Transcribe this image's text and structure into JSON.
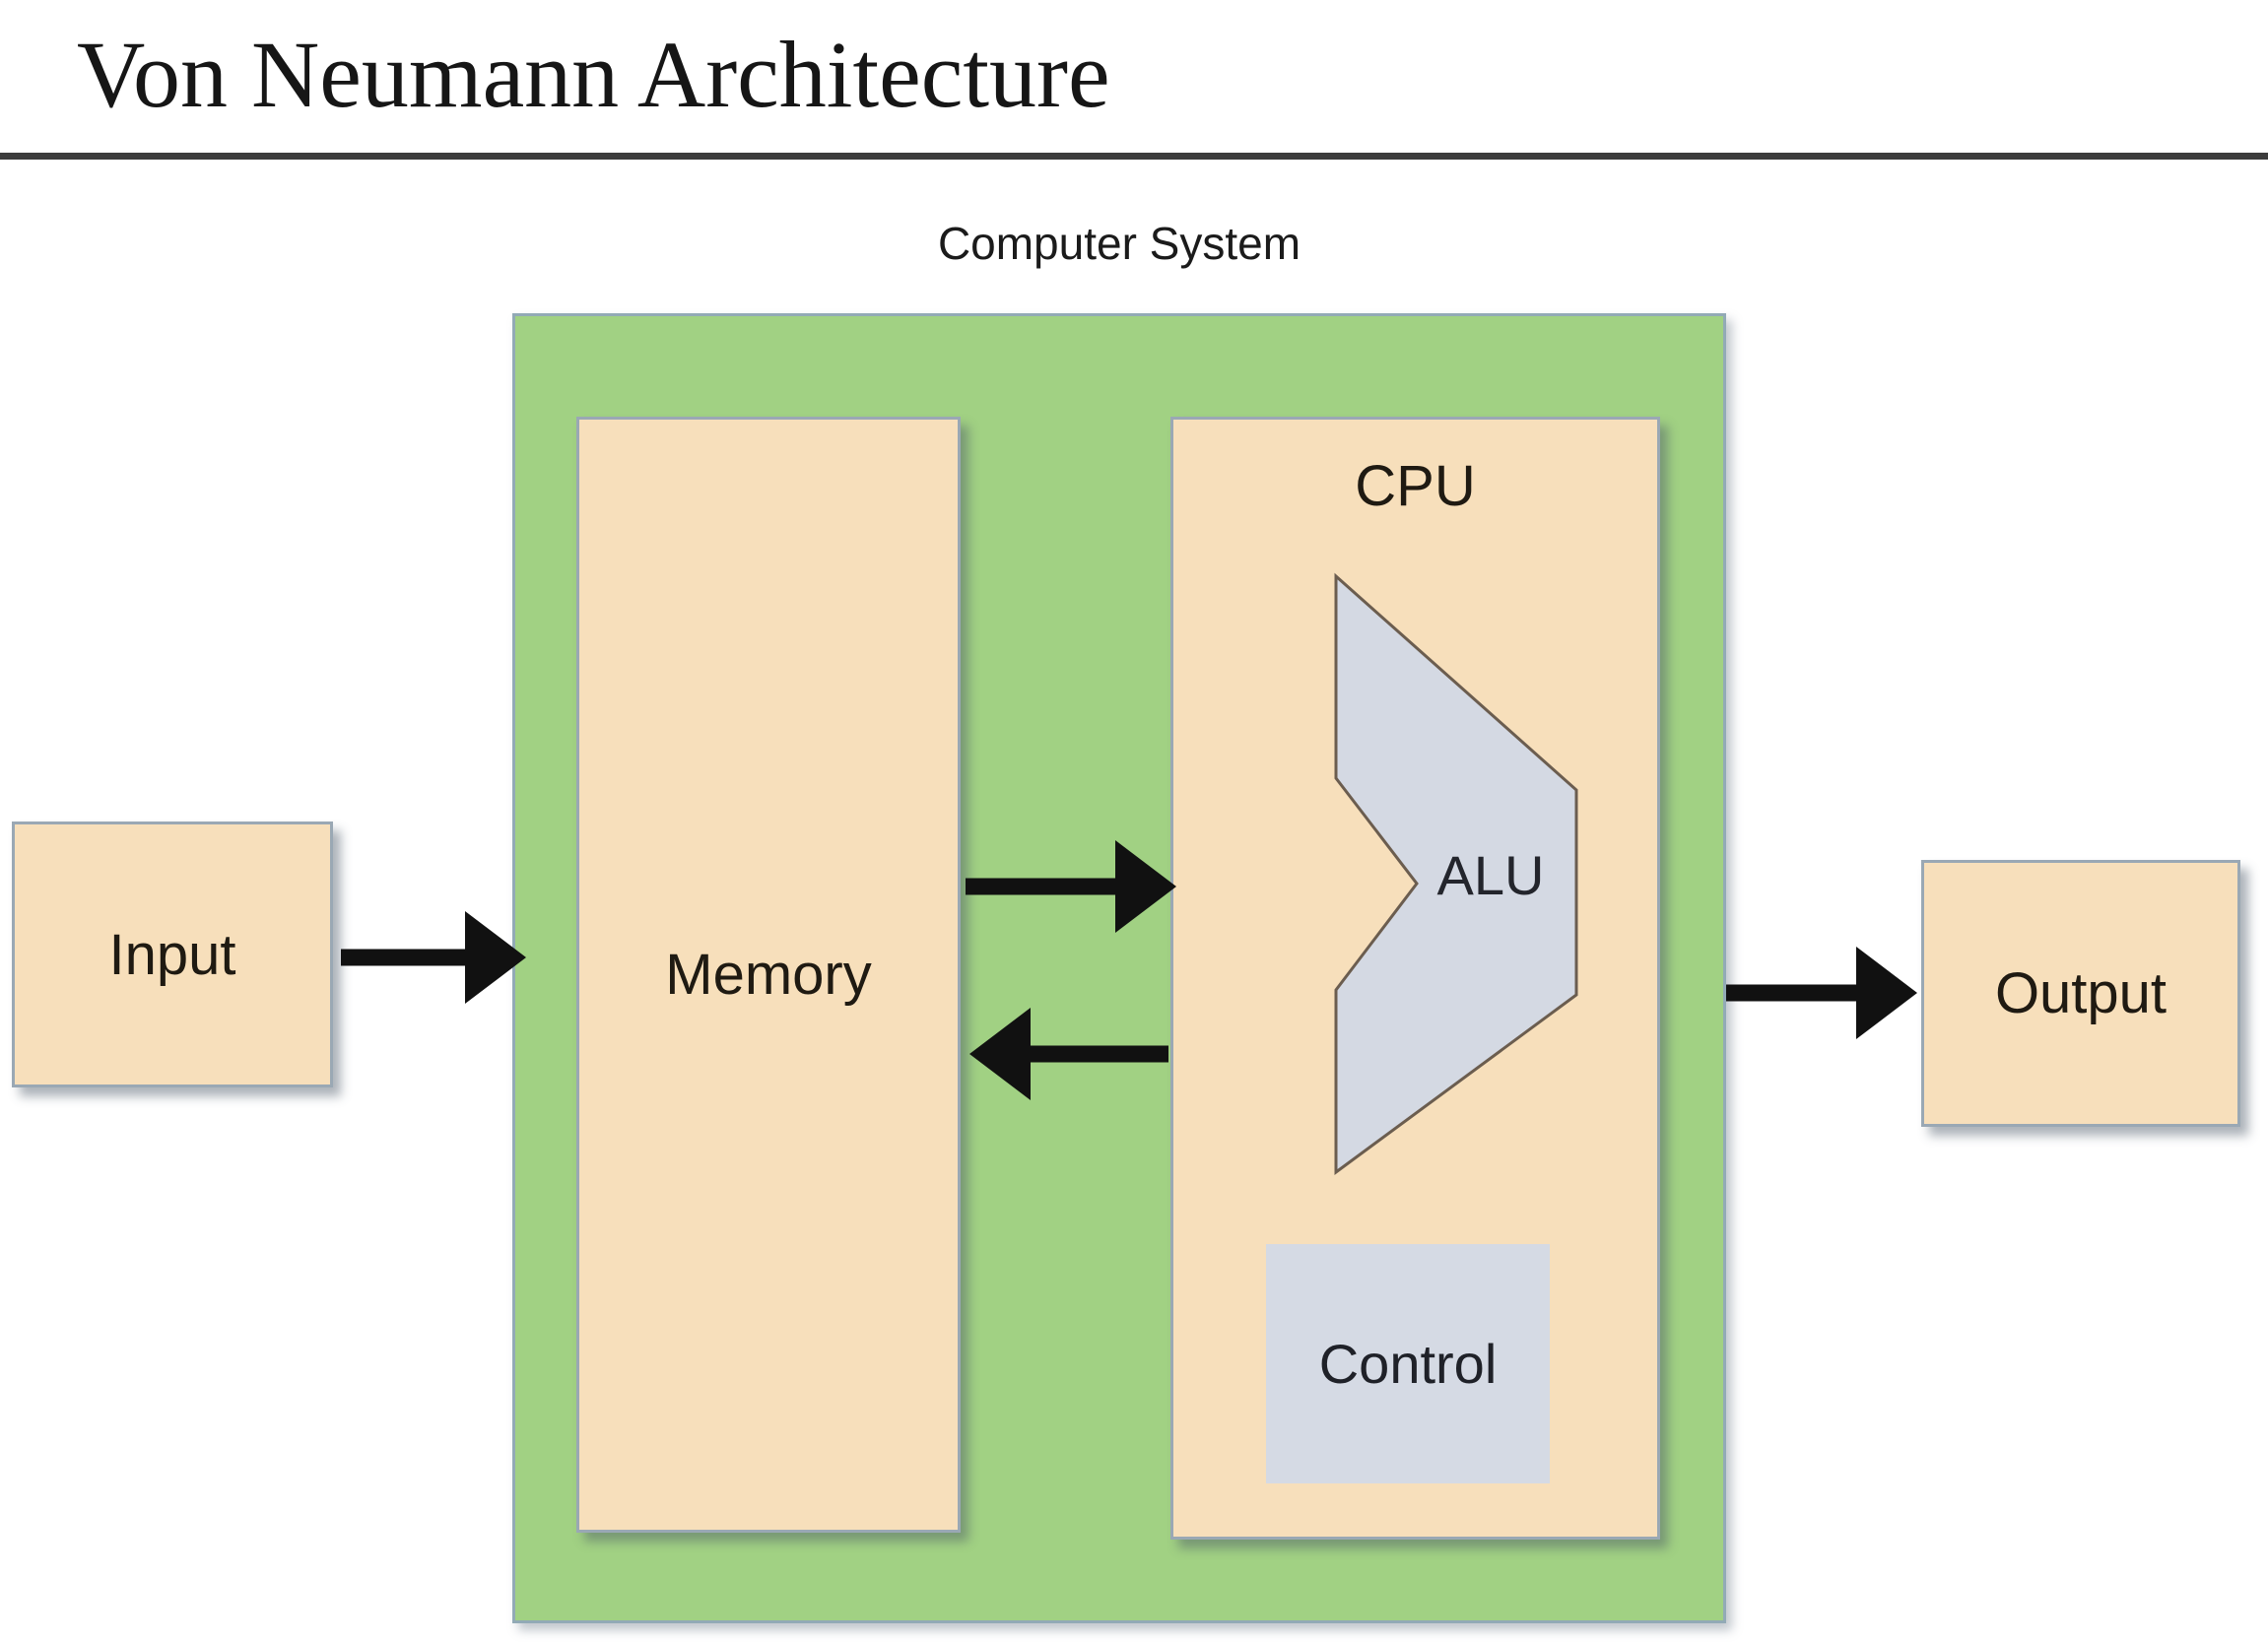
{
  "title": "Von Neumann Architecture",
  "computer_system": {
    "label": "Computer System",
    "memory": {
      "label": "Memory"
    },
    "cpu": {
      "label": "CPU",
      "alu": {
        "label": "ALU"
      },
      "control": {
        "label": "Control"
      }
    }
  },
  "input": {
    "label": "Input"
  },
  "output": {
    "label": "Output"
  },
  "edges": [
    {
      "from": "Input",
      "to": "Computer System"
    },
    {
      "from": "Memory",
      "to": "CPU"
    },
    {
      "from": "CPU",
      "to": "Memory"
    },
    {
      "from": "Computer System",
      "to": "Output"
    }
  ],
  "colors": {
    "computer_system_fill": "#a1d183",
    "component_fill": "#f7dfbb",
    "cpu_subunit_fill": "#d5dae4",
    "alu_outline": "#6b5d4f",
    "box_border": "#9aa8b4",
    "arrow": "#111111",
    "title_text": "#161616"
  }
}
